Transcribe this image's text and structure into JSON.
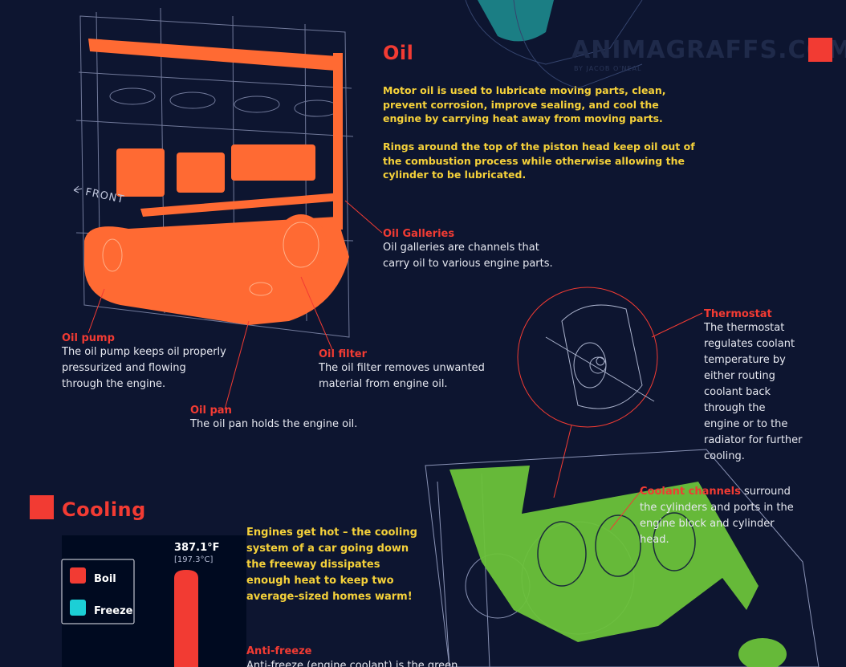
{
  "brand": {
    "name": "ANIMAGRAFFS.COM",
    "byline": "BY JACOB O'NEAL"
  },
  "oil": {
    "title": "Oil",
    "intro1": "Motor oil is used to lubricate moving parts, clean, prevent corrosion, improve sealing, and cool the engine by carrying heat away from moving parts.",
    "intro2": "Rings around the top of the piston head keep oil out of the combustion process while otherwise allowing the cylinder to be lubricated.",
    "front_label": "FRONT",
    "galleries": {
      "label": "Oil Galleries",
      "text": "Oil galleries are channels that carry oil to various engine parts."
    },
    "pump": {
      "label": "Oil pump",
      "text": "The oil pump keeps oil properly pressurized and flowing through the engine."
    },
    "filter": {
      "label": "Oil filter",
      "text": "The oil filter removes unwanted material from engine oil."
    },
    "pan": {
      "label": "Oil pan",
      "text": "The oil pan holds the engine oil."
    }
  },
  "thermostat": {
    "label": "Thermostat",
    "text": "The thermostat regulates coolant temperature by either routing coolant back through the engine or to the radiator for further cooling."
  },
  "coolant": {
    "label": "Coolant channels",
    "text": " surround the cylinders and ports in the engine block and cylinder head."
  },
  "cooling": {
    "title": "Cooling",
    "intro": "Engines get hot – the cooling system of a car going down the freeway dissipates enough heat to keep two average-sized homes warm!",
    "antifreeze_label": "Anti-freeze",
    "antifreeze_text": "Anti-freeze (engine coolant) is the green"
  },
  "temp_chart": {
    "legend": [
      {
        "label": "Boil",
        "color": "#f23b33"
      },
      {
        "label": "Freeze",
        "color": "#1ccfd6"
      }
    ],
    "boil_value": "387.1°F",
    "boil_value_c": "[197.3°C]"
  },
  "colors": {
    "accent": "#f23b33",
    "oil": "#ff6a33",
    "coolant": "#6bc23a",
    "text_yellow": "#f5d13a",
    "background": "#0d1530"
  }
}
